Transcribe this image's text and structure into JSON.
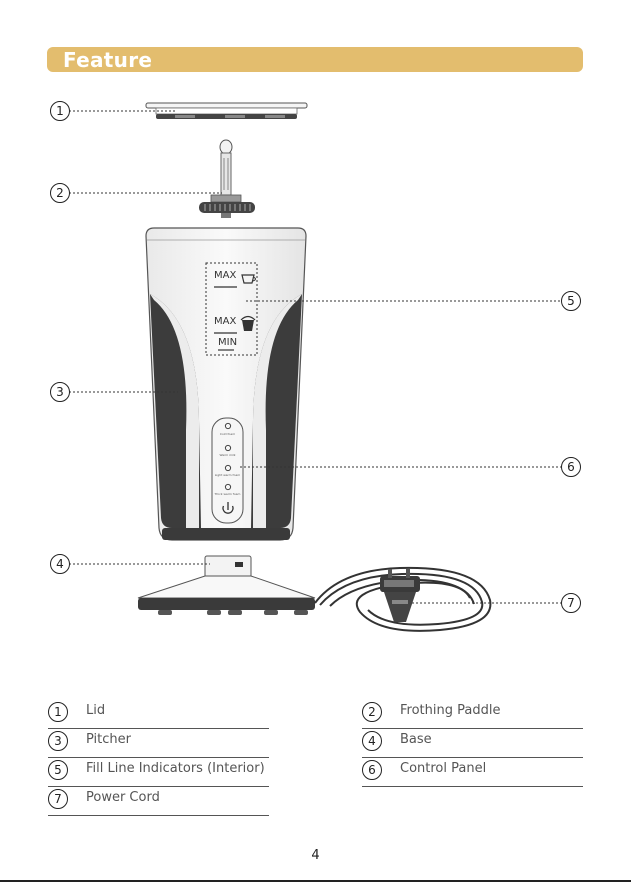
{
  "section_title": "Feature",
  "diagram": {
    "callouts": [
      "1",
      "2",
      "3",
      "4",
      "5",
      "6",
      "7"
    ],
    "fill_labels": {
      "max_cup": "MAX",
      "max_mug": "MAX",
      "min": "MIN"
    },
    "panel_buttons": [
      "Cold foam",
      "Warm milk",
      "Light warm foam",
      "Thick warm foam"
    ]
  },
  "legend": [
    {
      "num": "1",
      "label": "Lid"
    },
    {
      "num": "2",
      "label": "Frothing Paddle"
    },
    {
      "num": "3",
      "label": "Pitcher"
    },
    {
      "num": "4",
      "label": "Base"
    },
    {
      "num": "5",
      "label": "Fill Line Indicators (Interior)"
    },
    {
      "num": "6",
      "label": "Control Panel"
    },
    {
      "num": "7",
      "label": "Power Cord"
    }
  ],
  "page_number": "4"
}
